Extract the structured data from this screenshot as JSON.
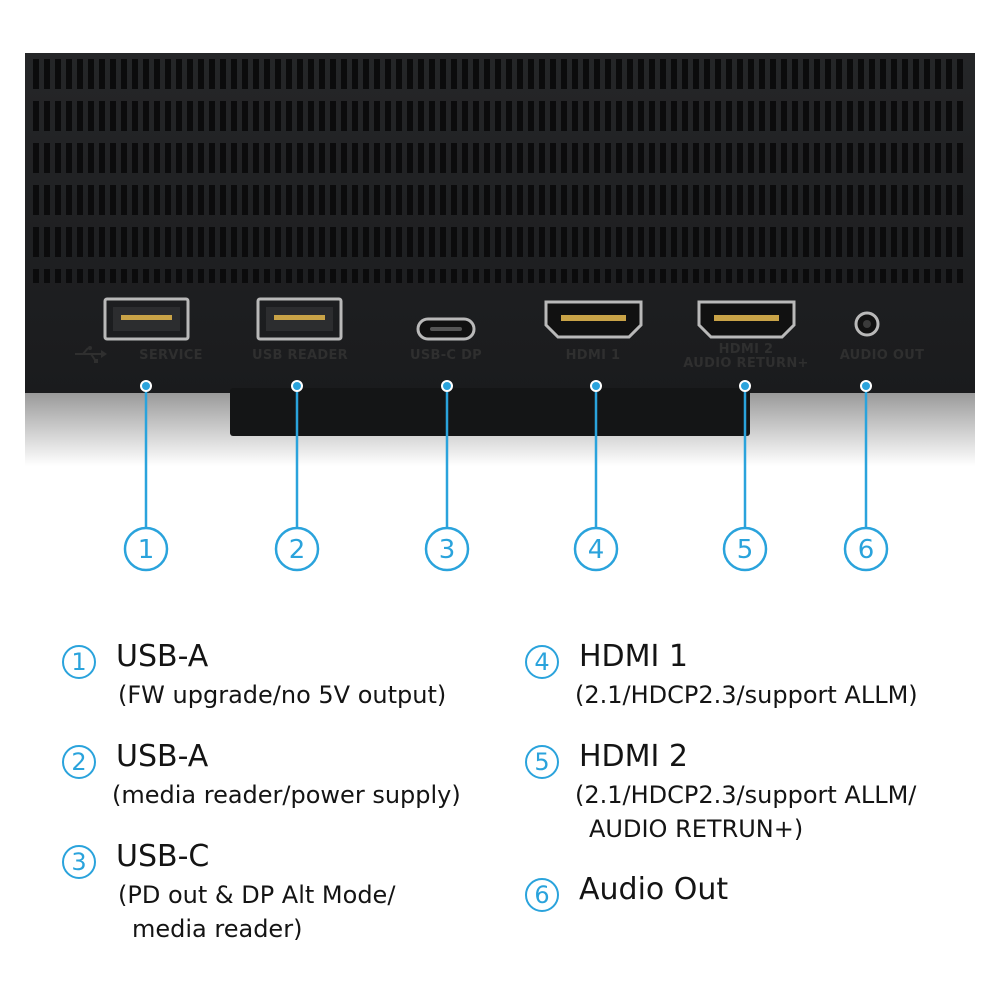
{
  "port_labels": {
    "service": "SERVICE",
    "usb_reader": "USB READER",
    "usbc_dp": "USB-C DP",
    "hdmi1": "HDMI 1",
    "hdmi2_line1": "HDMI 2",
    "hdmi2_line2": "AUDIO RETURN+",
    "audio_out": "AUDIO OUT"
  },
  "callouts": [
    "①",
    "②",
    "③",
    "④",
    "⑤",
    "⑥"
  ],
  "legend": [
    {
      "num": "1",
      "title": "USB-A",
      "desc": [
        "(FW upgrade/no 5V output)"
      ]
    },
    {
      "num": "2",
      "title": "USB-A",
      "desc": [
        "(media reader/power supply)"
      ]
    },
    {
      "num": "3",
      "title": "USB-C",
      "desc": [
        "(PD out & DP Alt Mode/",
        "media reader)"
      ]
    },
    {
      "num": "4",
      "title": "HDMI 1",
      "desc": [
        "(2.1/HDCP2.3/support ALLM)"
      ]
    },
    {
      "num": "5",
      "title": "HDMI 2",
      "desc": [
        "(2.1/HDCP2.3/support ALLM/",
        "AUDIO RETRUN+)"
      ]
    },
    {
      "num": "6",
      "title": "Audio Out",
      "desc": []
    }
  ],
  "colors": {
    "accent": "#2aa3dc",
    "panel": "#1d1e20",
    "text": "#141414"
  }
}
